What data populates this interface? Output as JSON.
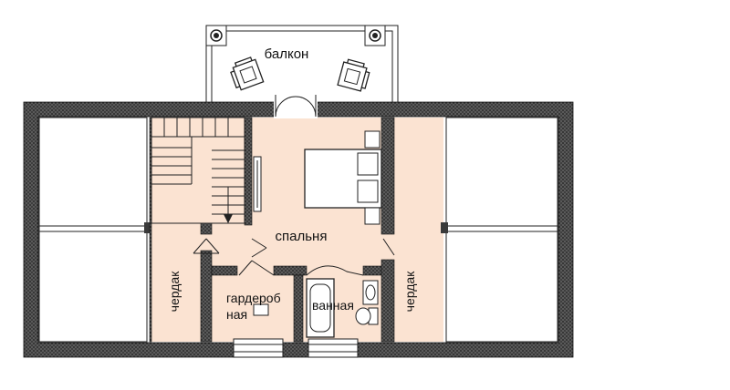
{
  "rooms": {
    "balcony": "балкон",
    "bedroom": "спальня",
    "attic_left": "чердак",
    "attic_right": "чердак",
    "wardrobe_line1": "гардероб",
    "wardrobe_line2": "ная",
    "bathroom": "ванная"
  },
  "colors": {
    "wall": "#3a3a3a",
    "floor": "#fbe3d2",
    "line": "#222222",
    "background": "#ffffff"
  }
}
